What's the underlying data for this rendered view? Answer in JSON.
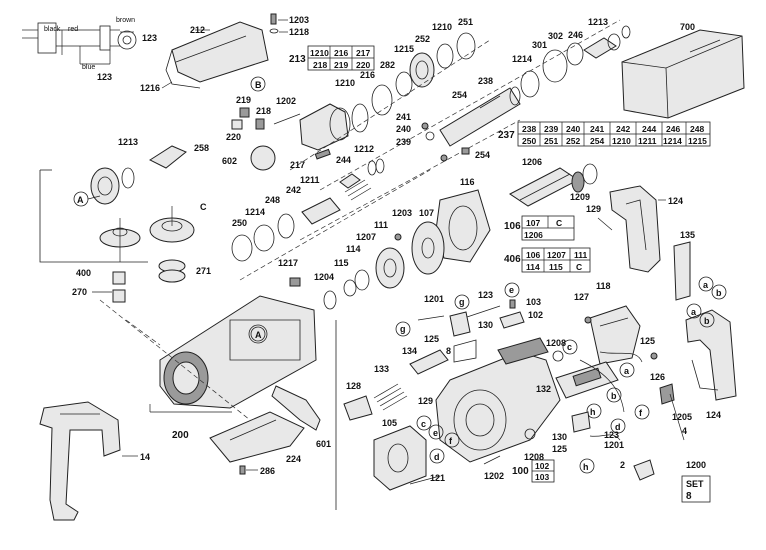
{
  "wiring": {
    "label_black": "black",
    "label_red": "red",
    "label_brown": "brown",
    "label_blue": "blue",
    "label_123_a": "123",
    "label_123_b": "123"
  },
  "callouts": {
    "p212": "212",
    "p1203a": "1203",
    "p1218": "1218",
    "p1216": "1216",
    "pB1": "B",
    "p213": "213",
    "p219": "219",
    "p218": "218",
    "p220": "220",
    "p1202a": "1202",
    "p1210a": "1210",
    "p216": "216",
    "p282": "282",
    "p1215": "1215",
    "p252": "252",
    "p1210b": "1210",
    "p251a": "251",
    "p238": "238",
    "p254a": "254",
    "p254b": "254",
    "p241": "241",
    "p240": "240",
    "p239": "239",
    "p237": "237",
    "p1213a": "1213",
    "p246": "246",
    "p302": "302",
    "p301": "301",
    "p1214a": "1214",
    "p700": "700",
    "p1213b": "1213",
    "p258": "258",
    "pA1": "A",
    "pC1": "C",
    "p602": "602",
    "p217": "217",
    "p244": "244",
    "p1212": "1212",
    "p1211": "1211",
    "p242": "242",
    "p248": "248",
    "p1214b": "1214",
    "p250": "250",
    "p400": "400",
    "p271": "271",
    "p270": "270",
    "p1206": "1206",
    "p1209": "1209",
    "p116": "116",
    "p124a": "124",
    "p129a": "129",
    "p135": "135",
    "p111": "111",
    "p1203b": "1203",
    "p107": "107",
    "p1207": "1207",
    "p114": "114",
    "p115": "115",
    "p1204": "1204",
    "p1217": "1217",
    "p106": "106",
    "p406": "406",
    "pA2": "A",
    "p200": "200",
    "p601": "601",
    "p224": "224",
    "p286": "286",
    "p14": "14",
    "p1201a": "1201",
    "p123a": "123",
    "pg1": "g",
    "pe": "e",
    "p103a": "103",
    "p102a": "102",
    "pg2": "g",
    "p125a": "125",
    "p130a": "130",
    "p134": "134",
    "p8": "8",
    "p118": "118",
    "p127": "127",
    "p1208a": "1208",
    "pc1": "c",
    "p125b": "125",
    "pa1": "a",
    "pb1": "b",
    "pa2": "a",
    "pb2": "b",
    "p128": "128",
    "p133": "133",
    "p132": "132",
    "pb3": "b",
    "pa3": "a",
    "p126": "126",
    "pc2": "c",
    "pd1": "d",
    "pf1": "f",
    "ph1": "h",
    "p1205": "1205",
    "p124b": "124",
    "p105": "105",
    "pc3": "c",
    "pe2": "e",
    "pf2": "f",
    "pd2": "d",
    "p129b": "129",
    "p1208b": "1208",
    "p130b": "130",
    "p125c": "125",
    "p123b": "123",
    "p1201b": "1201",
    "p4": "4",
    "ph2": "h",
    "p2": "2",
    "p121": "121",
    "p1202b": "1202",
    "p1200": "1200"
  },
  "tables": {
    "t213": [
      [
        "1210",
        "216",
        "217"
      ],
      [
        "218",
        "219",
        "220"
      ]
    ],
    "t237": [
      [
        "238",
        "239",
        "240",
        "241",
        "242",
        "244",
        "246",
        "248"
      ],
      [
        "250",
        "251",
        "252",
        "254",
        "1210",
        "1211",
        "1214",
        "1215"
      ]
    ],
    "t106": [
      [
        "107",
        "C"
      ],
      [
        "1206",
        ""
      ]
    ],
    "t406": [
      [
        "106",
        "1207",
        "111"
      ],
      [
        "114",
        "115",
        "C"
      ]
    ],
    "t100": [
      [
        "102"
      ],
      [
        "103"
      ]
    ],
    "t100_label": "100"
  },
  "set_box": {
    "line1": "SET",
    "line2": "8"
  }
}
